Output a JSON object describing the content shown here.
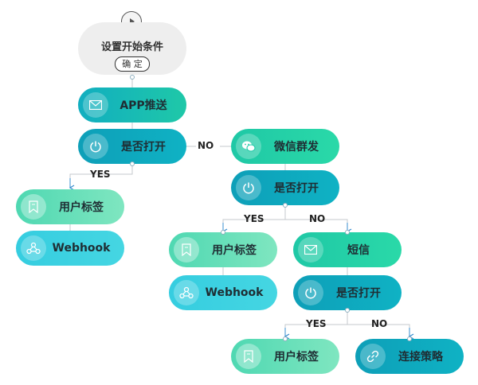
{
  "start": {
    "title": "设置开始条件",
    "confirm_label": "确 定",
    "icon": "play-icon"
  },
  "nodes": {
    "app_push": {
      "label": "APP推送",
      "icon": "mail-icon"
    },
    "open_check_1": {
      "label": "是否打开",
      "icon": "power-icon"
    },
    "user_tag_1": {
      "label": "用户标签",
      "icon": "bookmark-icon"
    },
    "webhook_1": {
      "label": "Webhook",
      "icon": "webhook-icon"
    },
    "wechat_group": {
      "label": "微信群发",
      "icon": "wechat-icon"
    },
    "open_check_2": {
      "label": "是否打开",
      "icon": "power-icon"
    },
    "user_tag_2": {
      "label": "用户标签",
      "icon": "bookmark-icon"
    },
    "webhook_2": {
      "label": "Webhook",
      "icon": "webhook-icon"
    },
    "sms": {
      "label": "短信",
      "icon": "mail-icon"
    },
    "open_check_3": {
      "label": "是否打开",
      "icon": "power-icon"
    },
    "user_tag_3": {
      "label": "用户标签",
      "icon": "bookmark-icon"
    },
    "connect_strategy": {
      "label": "连接策略",
      "icon": "link-icon"
    }
  },
  "branches": {
    "b1_yes": "YES",
    "b1_no": "NO",
    "b2_yes": "YES",
    "b2_no": "NO",
    "b3_yes": "YES",
    "b3_no": "NO"
  },
  "colors": {
    "line": "#c4c9cc",
    "arrow": "#3a8fd0",
    "node_dark_teal": "#0fa8bd",
    "node_mint": "#6fe0bb",
    "node_cyan": "#3fd2e0",
    "start_bg": "#eeeeee"
  }
}
